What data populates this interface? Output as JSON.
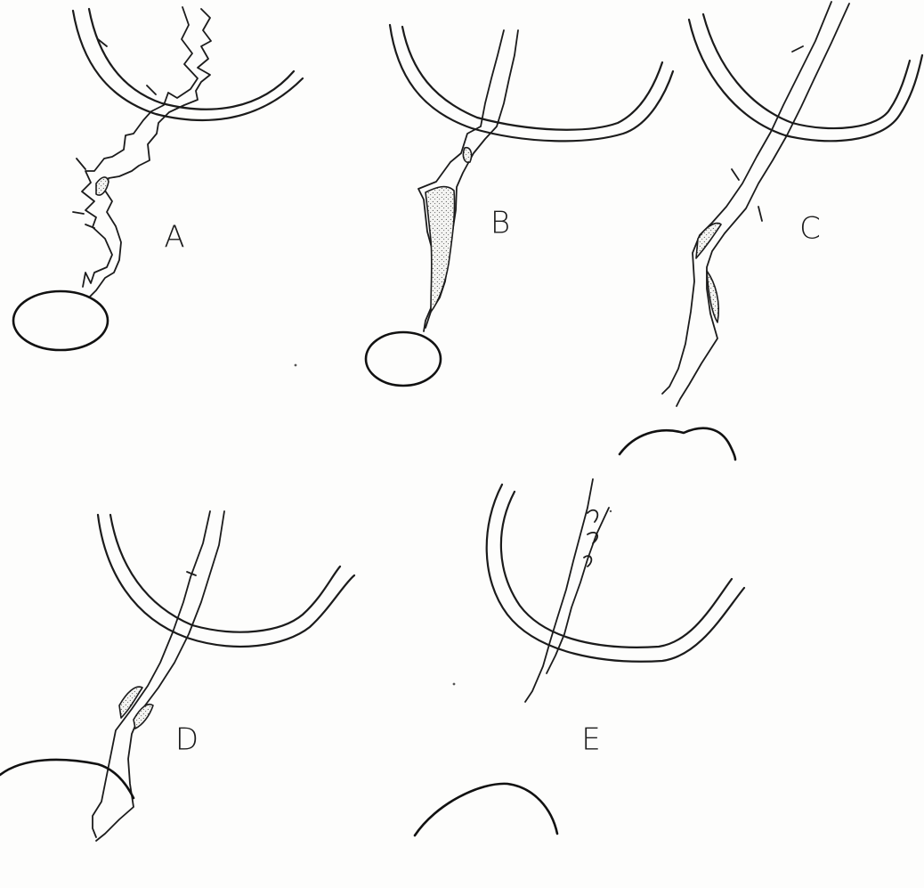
{
  "panels": [
    {
      "id": "A",
      "label": "A"
    },
    {
      "id": "B",
      "label": "B"
    },
    {
      "id": "C",
      "label": "C"
    },
    {
      "id": "D",
      "label": "D"
    },
    {
      "id": "E",
      "label": "E"
    }
  ],
  "colors": {
    "ink": "#1b1b1b",
    "paper": "#fdfdfc"
  }
}
